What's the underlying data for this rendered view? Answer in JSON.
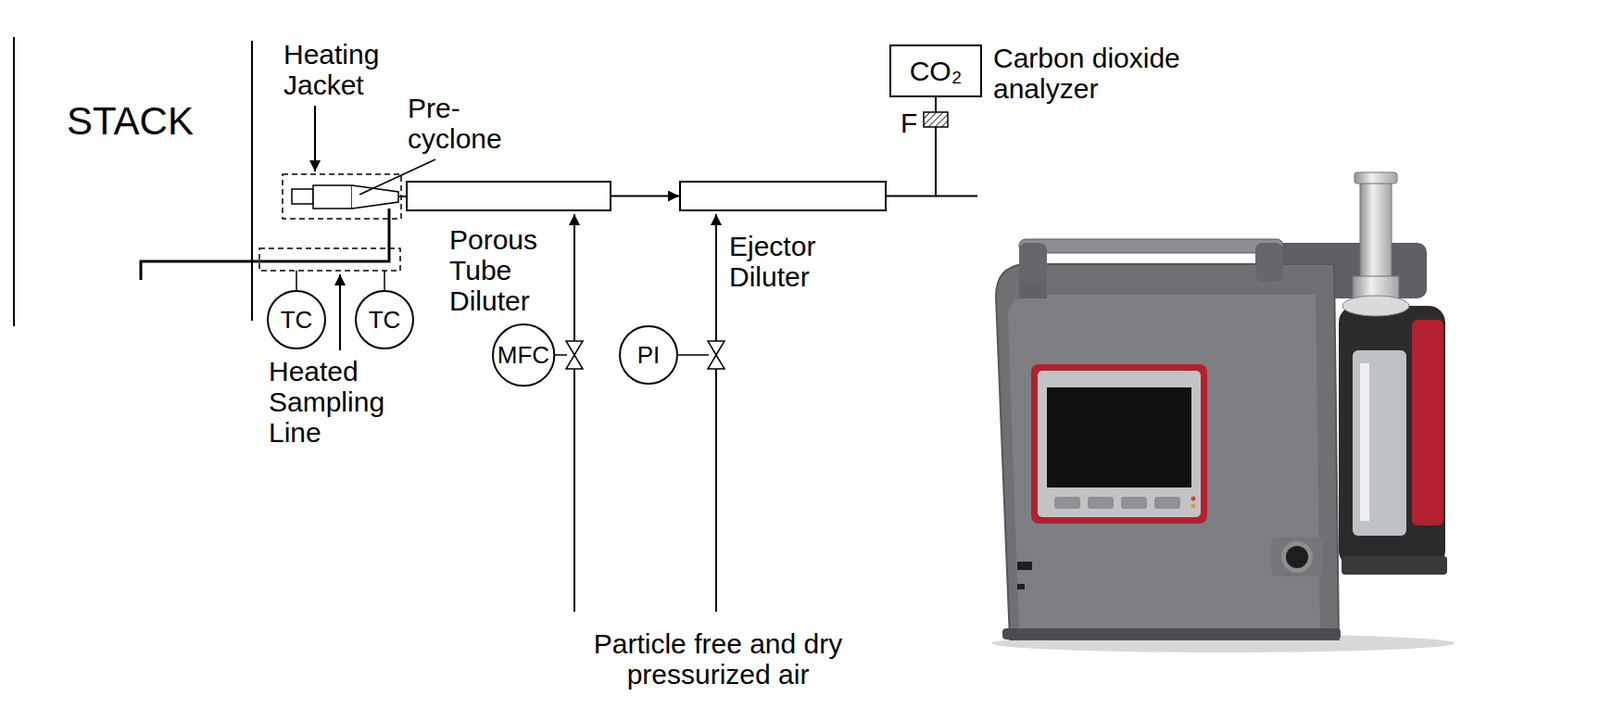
{
  "diagram": {
    "nodes": [
      {
        "text": [
          "Porous Tube Diluter"
        ]
      },
      {
        "text": [
          "Ejector Diluter"
        ]
      },
      {
        "text": [
          "CO₂",
          "Carbon dioxide analyzer"
        ]
      },
      {
        "text": [
          "TC"
        ]
      },
      {
        "text": [
          "TC"
        ]
      },
      {
        "text": [
          "MFC"
        ]
      },
      {
        "text": [
          "PI"
        ]
      }
    ],
    "edges": [
      {
        "from": 0,
        "to": 1,
        "arrow": "to"
      },
      {
        "from": 1,
        "to": 2,
        "arrow": "none",
        "label": "F"
      }
    ],
    "labels": [
      "STACK",
      "Heating Jacket",
      "Pre-cyclone",
      "Heated Sampling Line",
      "Particle free and dry pressurized air"
    ]
  }
}
